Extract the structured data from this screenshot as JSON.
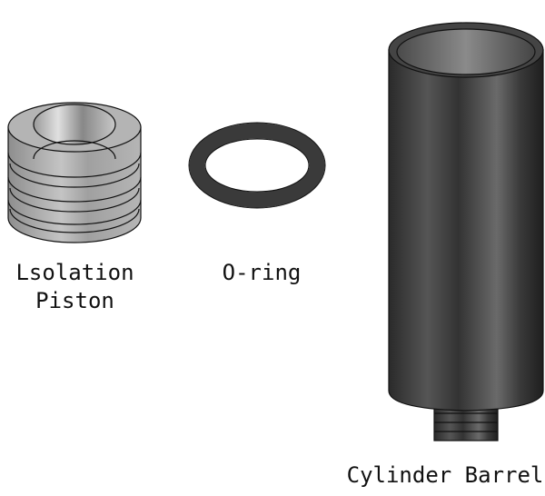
{
  "parts": [
    {
      "id": "piston",
      "label_line1": "Lsolation",
      "label_line2": "Piston"
    },
    {
      "id": "oring",
      "label": "O-ring"
    },
    {
      "id": "barrel",
      "label": "Cylinder Barrel"
    }
  ],
  "colors": {
    "piston": "#b8b8b8",
    "oring": "#3a3a3a",
    "barrel": "#3c3c3c",
    "outline": "#111111"
  }
}
